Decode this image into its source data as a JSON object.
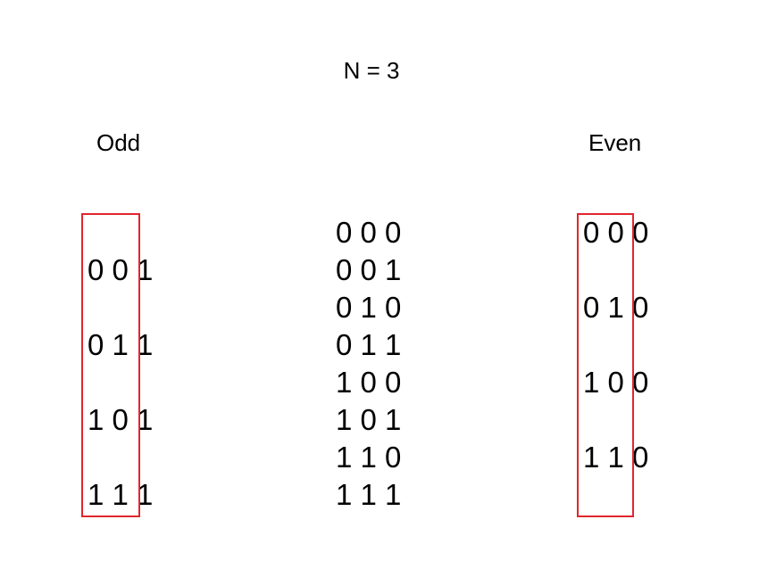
{
  "title": "N = 3",
  "headings": {
    "odd": "Odd",
    "even": "Even"
  },
  "middle": {
    "rows": [
      "0 0 0",
      "0 0 1",
      "0 1 0",
      "0 1 1",
      "1 0 0",
      "1 0 1",
      "1 1 0",
      "1 1 1"
    ]
  },
  "odd": {
    "rows": [
      "0 0 1",
      "0 1 1",
      "1 0 1",
      "1 1 1"
    ]
  },
  "even": {
    "rows": [
      "0 0 0",
      "0 1 0",
      "1 0 0",
      "1 1 0"
    ]
  },
  "colors": {
    "highlight": "#e0262c",
    "text": "#000000",
    "background": "#ffffff"
  }
}
